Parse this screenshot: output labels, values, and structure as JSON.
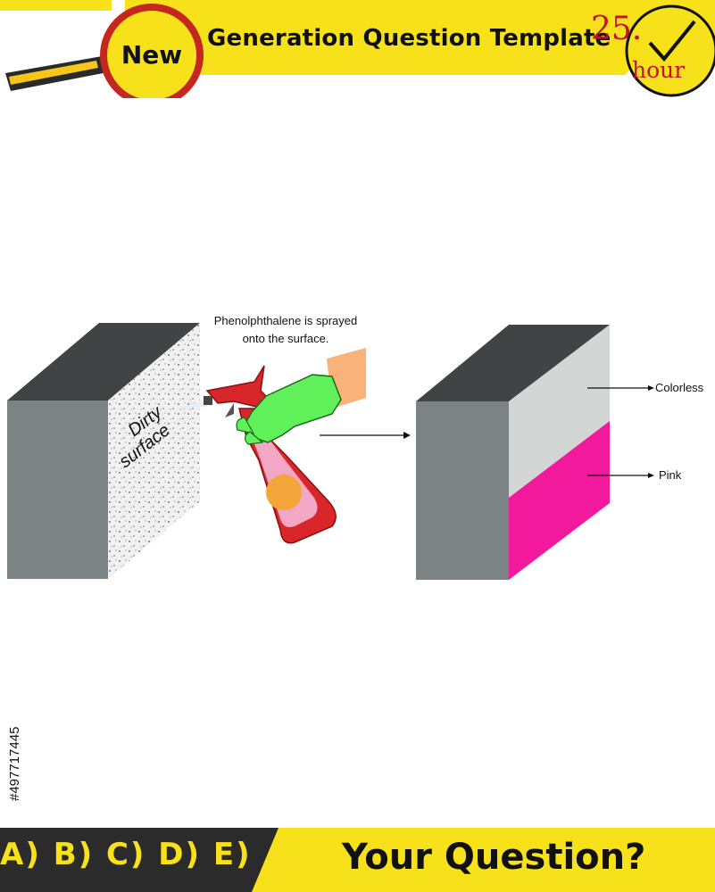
{
  "header": {
    "badge": "New",
    "title": "Generation Question Template",
    "timer_number": "25.",
    "timer_unit": "hour",
    "accent_color": "#f7e11a",
    "timer_color": "#c8102e"
  },
  "diagram": {
    "left_face_text_line1": "Dirty",
    "left_face_text_line2": "surface",
    "spray_label_line1": "Phenolphthalene is sprayed",
    "spray_label_line2": "onto the surface.",
    "label_top": "Colorless",
    "label_bottom": "Pink",
    "colors": {
      "block_top": "#414344",
      "block_front": "#7c8384",
      "colorless_face": "#d4d6d6",
      "pink_face": "#f2199c",
      "glove": "#5ff05a",
      "bottle": "#d8262b"
    }
  },
  "footer": {
    "answers": "A) B) C) D) E)",
    "question": "Your Question?"
  },
  "stock_id": "#497717445"
}
